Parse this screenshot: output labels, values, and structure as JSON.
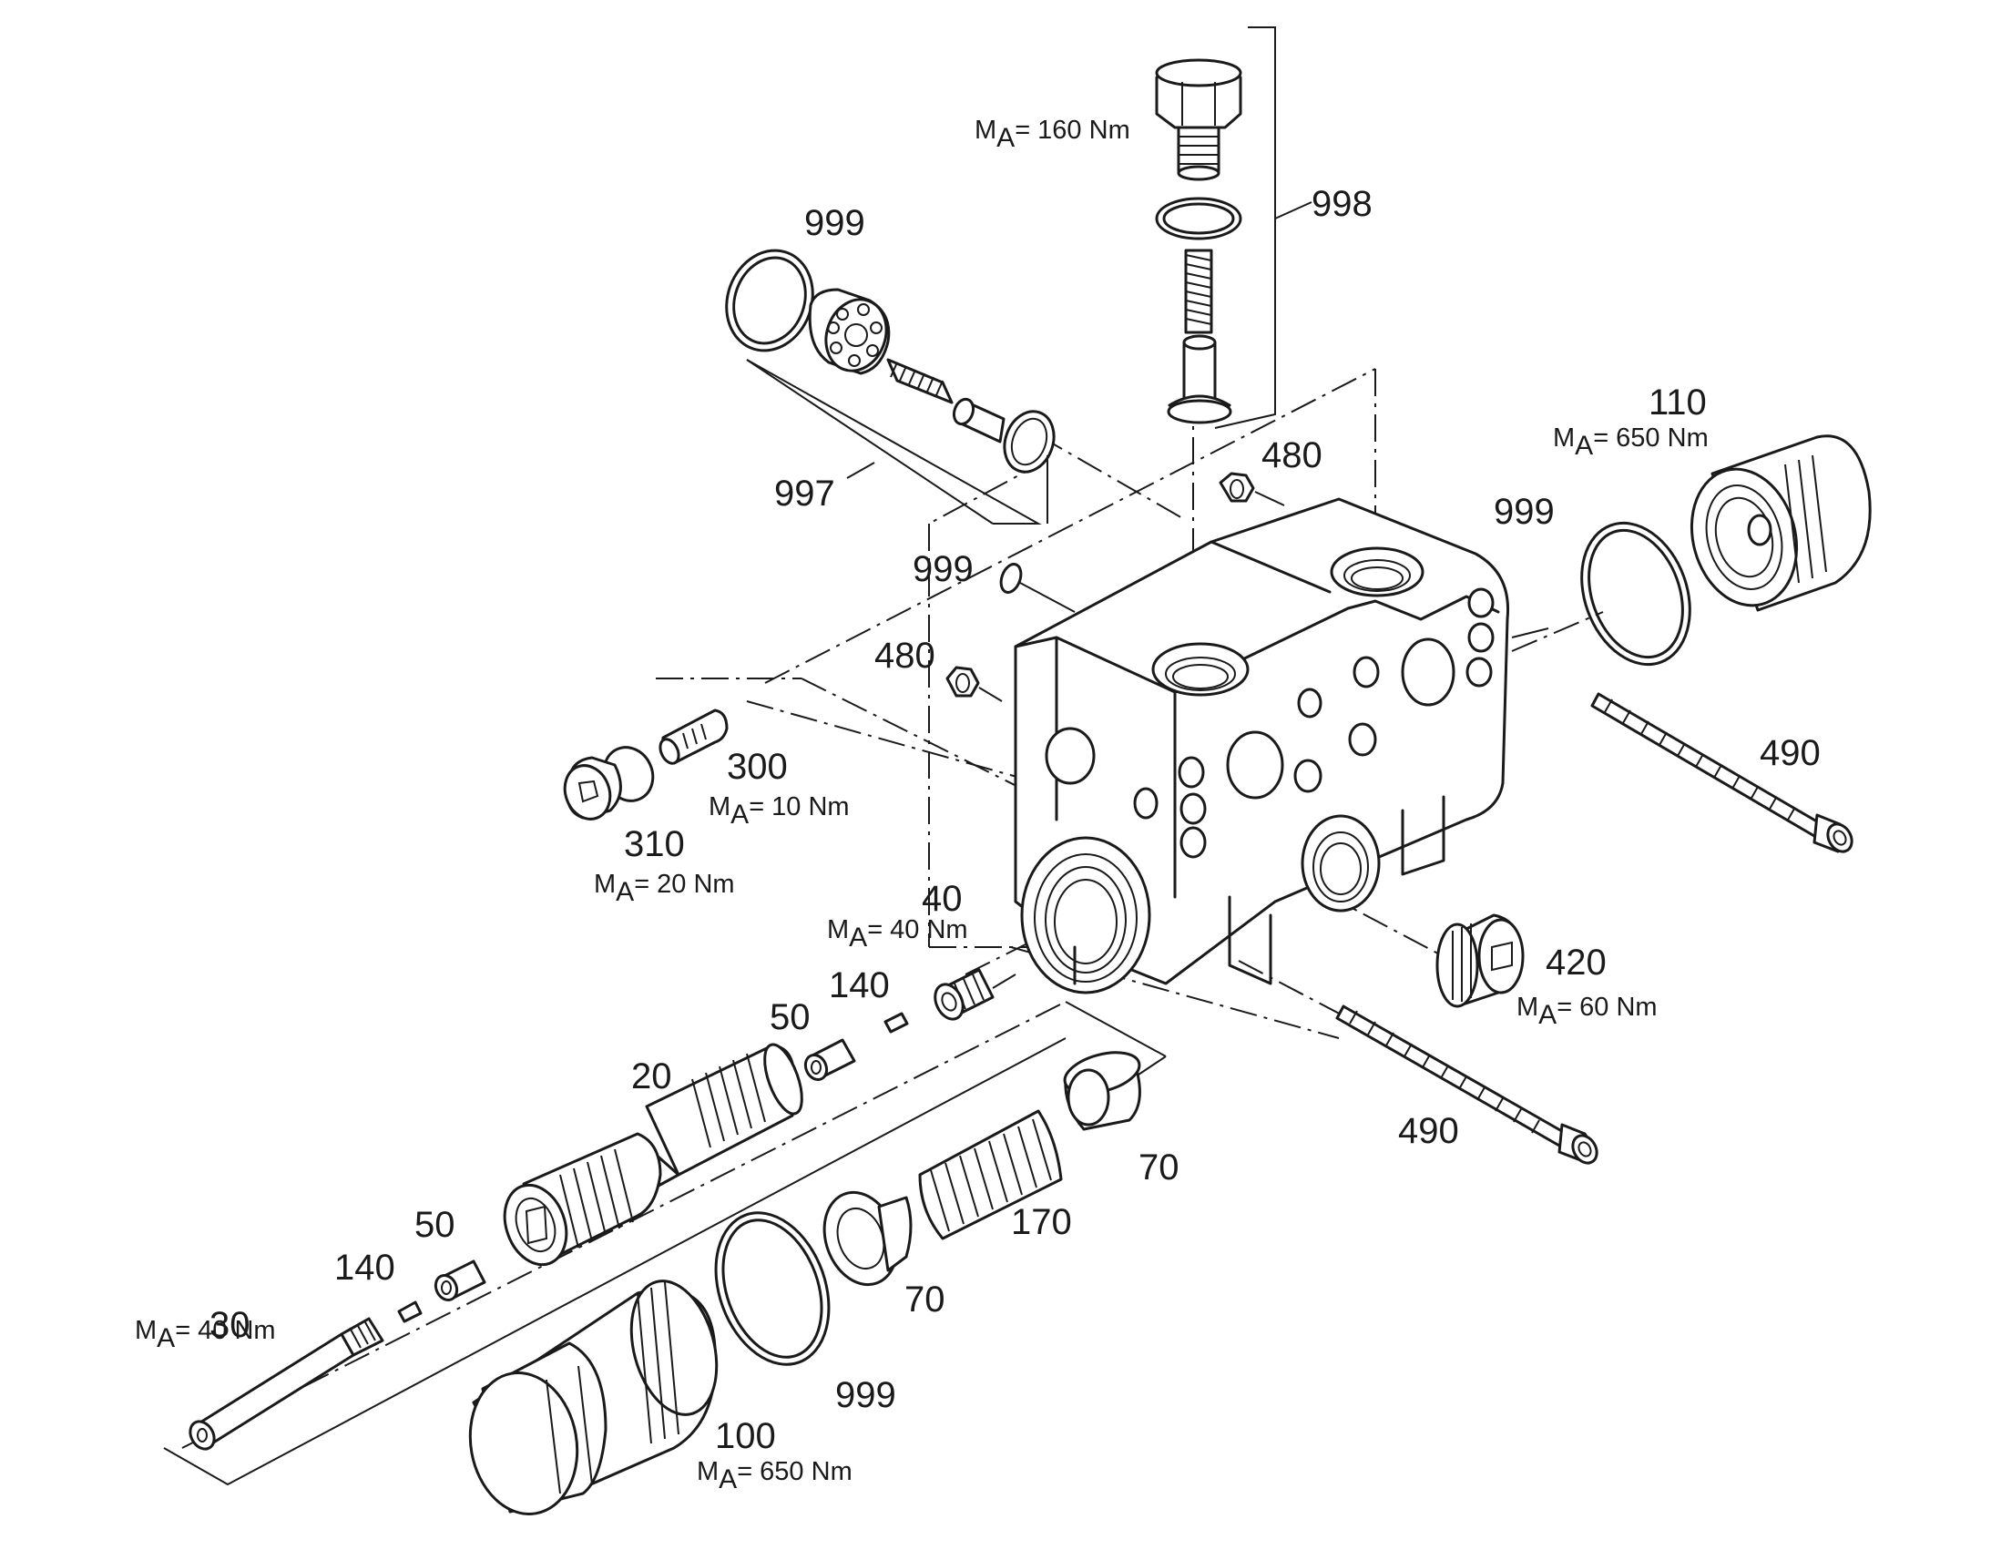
{
  "callouts": {
    "c998": "998",
    "c999_top": "999",
    "c997": "997",
    "c480_top": "480",
    "c999_oring_small": "999",
    "c480_left": "480",
    "c110": "110",
    "c999_right": "999",
    "c490_upper": "490",
    "c300": "300",
    "c310": "310",
    "c40": "40",
    "c140_upper": "140",
    "c50_upper": "50",
    "c20": "20",
    "c420": "420",
    "c70_upper": "70",
    "c170": "170",
    "c490_lower": "490",
    "c70_lower": "70",
    "c50_lower": "50",
    "c140_lower": "140",
    "c30": "30",
    "c999_bottom": "999",
    "c100": "100"
  },
  "torques": {
    "t998": {
      "prefix": "M",
      "sub": "A",
      "value": "= 160 Nm"
    },
    "t110": {
      "prefix": "M",
      "sub": "A",
      "value": "= 650 Nm"
    },
    "t300": {
      "prefix": "M",
      "sub": "A",
      "value": "= 10 Nm"
    },
    "t310": {
      "prefix": "M",
      "sub": "A",
      "value": "= 20 Nm"
    },
    "t40": {
      "prefix": "M",
      "sub": "A",
      "value": "= 40 Nm"
    },
    "t420": {
      "prefix": "M",
      "sub": "A",
      "value": "= 60 Nm"
    },
    "t30": {
      "prefix": "M",
      "sub": "A",
      "value": "= 40 Nm"
    },
    "t100": {
      "prefix": "M",
      "sub": "A",
      "value": "= 650 Nm"
    }
  }
}
